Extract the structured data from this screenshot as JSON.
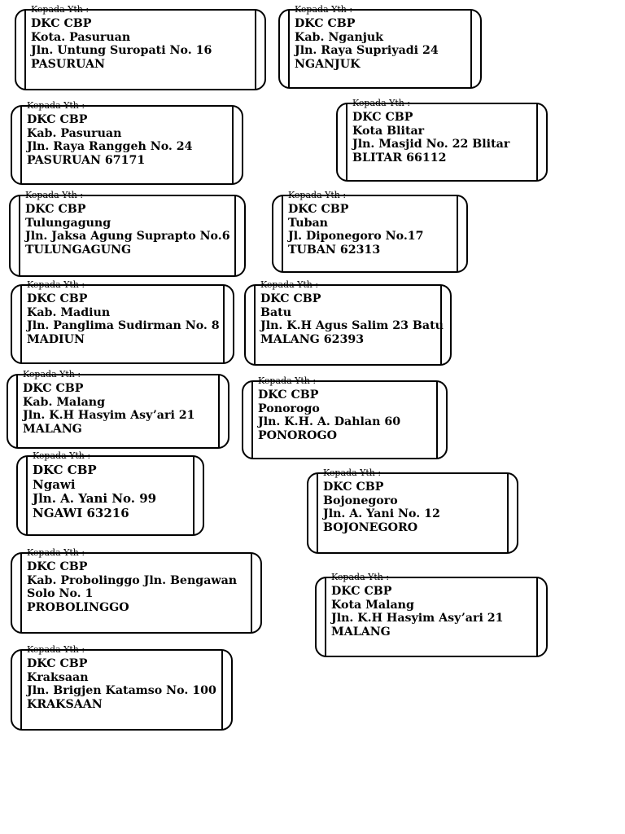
{
  "page": {
    "background": "#ffffff",
    "line_color": "#000000"
  },
  "labels": [
    {
      "kepada": "Kepada Yth :",
      "lines": [
        "DKC CBP",
        "Kota. Pasuruan",
        "Jln. Untung Suropati No. 16",
        "PASURUAN"
      ]
    },
    {
      "kepada": "Kepada Yth :",
      "lines": [
        "DKC CBP",
        "Kab. Nganjuk",
        "Jln. Raya Supriyadi 24",
        "NGANJUK"
      ]
    },
    {
      "kepada": "Kepada Yth :",
      "lines": [
        "DKC CBP",
        "Kab. Pasuruan",
        "Jln. Raya Ranggeh No. 24",
        "PASURUAN 67171"
      ]
    },
    {
      "kepada": "Kepada Yth :",
      "lines": [
        "DKC CBP",
        "Kota Blitar",
        "Jln. Masjid No. 22 Blitar",
        "BLITAR 66112"
      ]
    },
    {
      "kepada": "Kepada Yth :",
      "lines": [
        "DKC CBP",
        "Tulungagung",
        "Jln. Jaksa Agung Suprapto No.6",
        "TULUNGAGUNG"
      ]
    },
    {
      "kepada": "Kepada Yth :",
      "lines": [
        "DKC CBP",
        "Tuban",
        "Jl. Diponegoro No.17",
        "TUBAN   62313"
      ]
    },
    {
      "kepada": "Kepada Yth :",
      "lines": [
        "DKC CBP",
        "Kab. Madiun",
        "Jln. Panglima Sudirman No. 8",
        "MADIUN"
      ]
    },
    {
      "kepada": "Kepada Yth :",
      "lines": [
        "DKC CBP",
        "Batu",
        "Jln. K.H Agus Salim 23 Batu",
        "MALANG  62393"
      ]
    },
    {
      "kepada": "Kepada Yth :",
      "lines": [
        "DKC CBP",
        "Kab. Malang",
        "Jln. K.H Hasyim Asy’ari 21",
        "MALANG"
      ]
    },
    {
      "kepada": "Kepada Yth :",
      "lines": [
        "DKC CBP",
        "Ponorogo",
        "Jln. K.H. A. Dahlan 60",
        "PONOROGO"
      ]
    },
    {
      "kepada": "Kepada Yth :",
      "lines": [
        "DKC CBP",
        "Ngawi",
        "Jln. A. Yani No. 99",
        "NGAWI 63216"
      ]
    },
    {
      "kepada": "Kepada Yth :",
      "lines": [
        "DKC CBP",
        "Bojonegoro",
        "Jln. A. Yani No. 12",
        "BOJONEGORO"
      ]
    },
    {
      "kepada": "Kepada Yth :",
      "lines": [
        "DKC CBP",
        "Kab. Probolinggo Jln. Bengawan",
        "Solo No. 1",
        "PROBOLINGGO"
      ]
    },
    {
      "kepada": "Kepada Yth :",
      "lines": [
        "DKC CBP",
        "Kota  Malang",
        "Jln. K.H Hasyim Asy’ari 21",
        "MALANG"
      ]
    },
    {
      "kepada": "Kepada Yth :",
      "lines": [
        "DKC CBP",
        "Kraksaan",
        "Jln. Brigjen Katamso No. 100",
        "KRAKSAAN"
      ]
    }
  ]
}
